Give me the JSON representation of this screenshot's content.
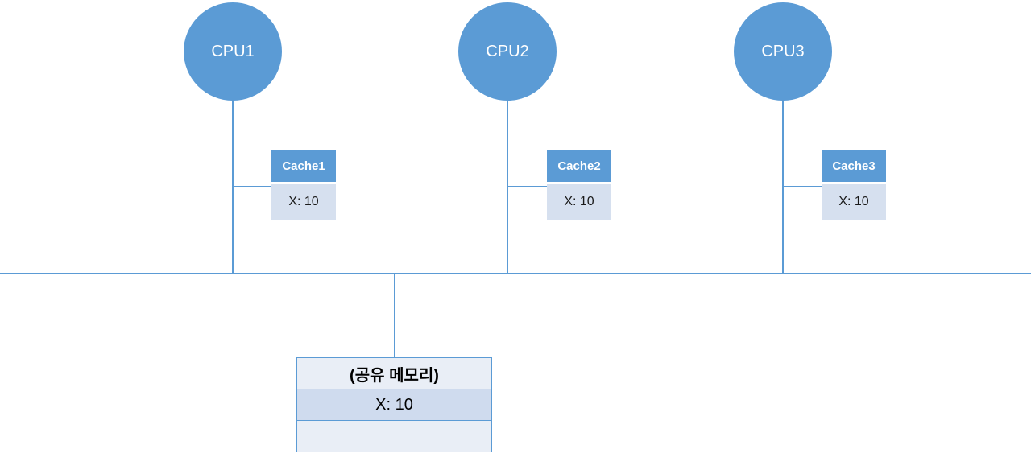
{
  "cpus": [
    {
      "label": "CPU1"
    },
    {
      "label": "CPU2"
    },
    {
      "label": "CPU3"
    }
  ],
  "caches": [
    {
      "title": "Cache1",
      "value": "X: 10"
    },
    {
      "title": "Cache2",
      "value": "X: 10"
    },
    {
      "title": "Cache3",
      "value": "X: 10"
    }
  ],
  "memory": {
    "title": "(공유 메모리)",
    "value": "X: 10",
    "empty": ""
  },
  "colors": {
    "accent": "#5b9bd5",
    "cache_body": "#d6e0ef",
    "memory_bg": "#e9eef6"
  }
}
